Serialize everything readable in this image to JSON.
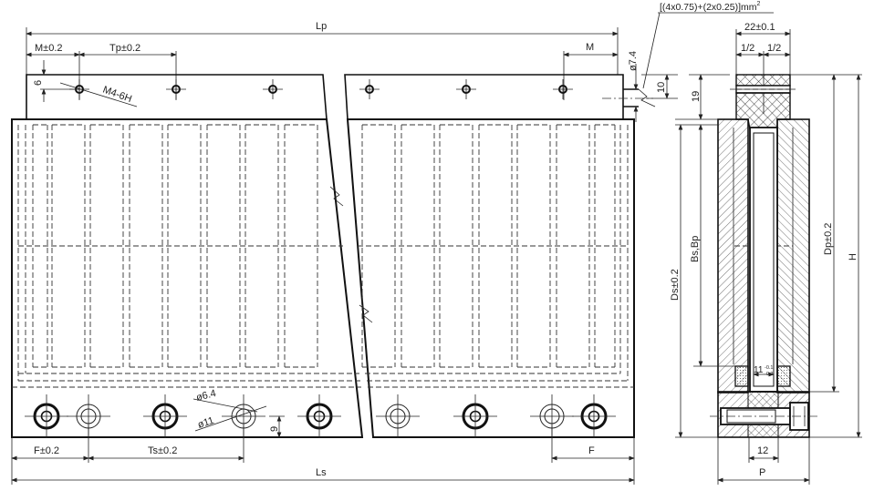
{
  "front_view": {
    "dim_lp": "Lp",
    "dim_m_tol": "M±0.2",
    "dim_tp": "Tp±0.2",
    "dim_m": "M",
    "dim_6": "6",
    "thread_label": "M4-6H",
    "dim_cable_dia": "ø7.4",
    "dim_10": "10",
    "cable_spec": "[(4x0.75)+(2x0.25)]mm",
    "cable_spec_sup": "2",
    "dim_hole_small": "ø6.4",
    "dim_hole_large": "ø11",
    "dim_9": "9",
    "dim_f_tol": "F±0.2",
    "dim_ts": "Ts±0.2",
    "dim_f": "F",
    "dim_ls": "Ls"
  },
  "side_view": {
    "dim_22": "22±0.1",
    "dim_half_left": "1/2",
    "dim_half_right": "1/2",
    "dim_19": "19",
    "dim_ds": "Ds±0.2",
    "dim_bs_bp": "Bs,Bp",
    "dim_dp": "Dp±0.2",
    "dim_h": "H",
    "dim_11": "11",
    "dim_11_tol_upper": "-0.1",
    "dim_11_tol_lower": "-0.2",
    "dim_12": "12",
    "dim_p": "P"
  }
}
